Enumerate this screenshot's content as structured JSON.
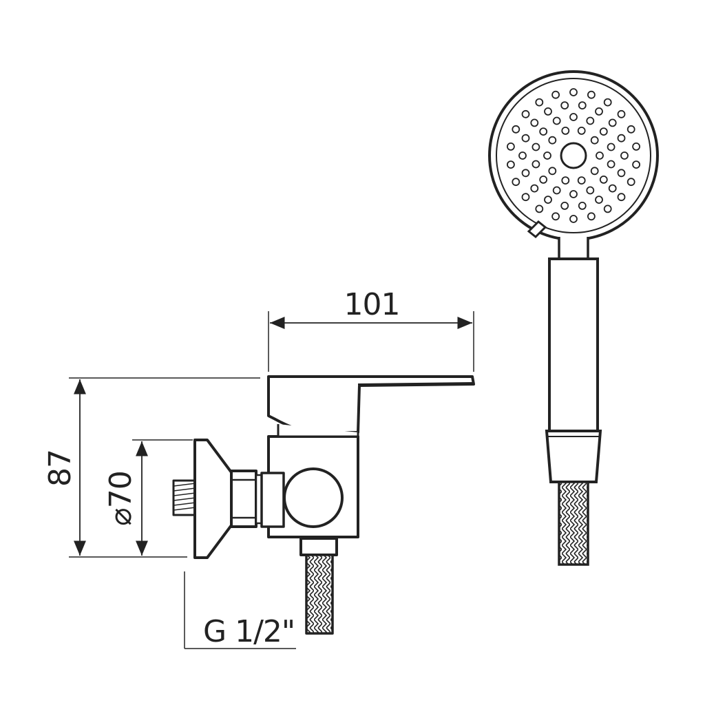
{
  "dimensions": {
    "width_label": "101",
    "height_label": "87",
    "diameter_label": "⌀70",
    "thread_label": "G 1/2\""
  },
  "colors": {
    "line": "#222222",
    "background": "#ffffff"
  }
}
